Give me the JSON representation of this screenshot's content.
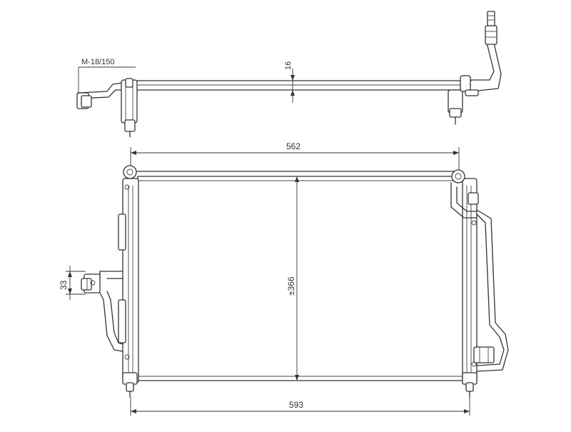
{
  "drawing": {
    "top_view": {
      "thread_label": "M-18/150",
      "thickness_label": "16"
    },
    "front_view": {
      "top_width_label": "562",
      "height_label": "±366",
      "bottom_width_label": "593",
      "port_label": "33"
    }
  },
  "colors": {
    "line": "#333333",
    "background": "#ffffff"
  }
}
